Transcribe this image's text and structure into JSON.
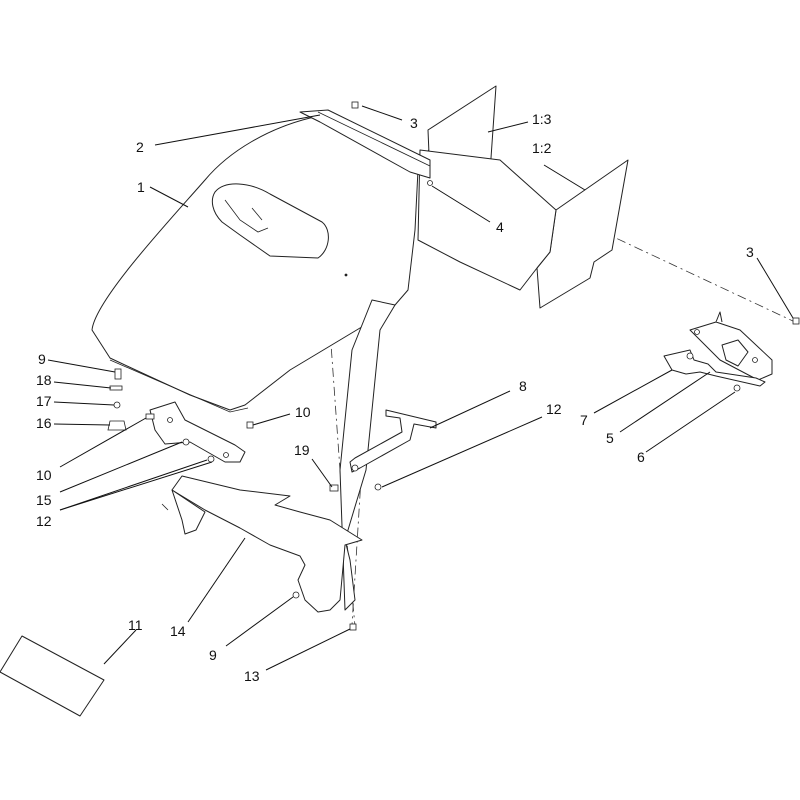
{
  "callouts": [
    {
      "id": "c-1",
      "text": "1"
    },
    {
      "id": "c-2",
      "text": "2"
    },
    {
      "id": "c-3a",
      "text": "3"
    },
    {
      "id": "c-3b",
      "text": "3"
    },
    {
      "id": "c-4",
      "text": "4"
    },
    {
      "id": "c-5",
      "text": "5"
    },
    {
      "id": "c-6",
      "text": "6"
    },
    {
      "id": "c-7",
      "text": "7"
    },
    {
      "id": "c-8",
      "text": "8"
    },
    {
      "id": "c-9a",
      "text": "9"
    },
    {
      "id": "c-9b",
      "text": "9"
    },
    {
      "id": "c-10a",
      "text": "10"
    },
    {
      "id": "c-10b",
      "text": "10"
    },
    {
      "id": "c-11",
      "text": "11"
    },
    {
      "id": "c-12a",
      "text": "12"
    },
    {
      "id": "c-12b",
      "text": "12"
    },
    {
      "id": "c-13",
      "text": "13"
    },
    {
      "id": "c-14",
      "text": "14"
    },
    {
      "id": "c-15",
      "text": "15"
    },
    {
      "id": "c-16",
      "text": "16"
    },
    {
      "id": "c-17",
      "text": "17"
    },
    {
      "id": "c-18",
      "text": "18"
    },
    {
      "id": "c-19",
      "text": "19"
    },
    {
      "id": "c-1-3",
      "text": "1:3"
    },
    {
      "id": "c-1-2",
      "text": "1:2"
    }
  ]
}
